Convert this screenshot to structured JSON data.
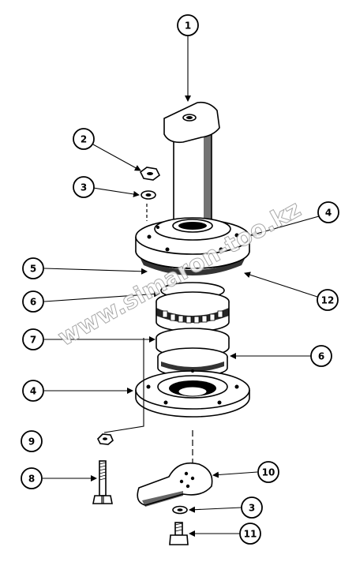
{
  "watermark": "www.simaron-too.kz",
  "callouts": [
    {
      "id": "c1",
      "label": "1"
    },
    {
      "id": "c2",
      "label": "2"
    },
    {
      "id": "c3a",
      "label": "3"
    },
    {
      "id": "c4a",
      "label": "4"
    },
    {
      "id": "c5",
      "label": "5"
    },
    {
      "id": "c12",
      "label": "12"
    },
    {
      "id": "c6a",
      "label": "6"
    },
    {
      "id": "c7",
      "label": "7"
    },
    {
      "id": "c6b",
      "label": "6"
    },
    {
      "id": "c4b",
      "label": "4"
    },
    {
      "id": "c9",
      "label": "9"
    },
    {
      "id": "c10",
      "label": "10"
    },
    {
      "id": "c8",
      "label": "8"
    },
    {
      "id": "c3b",
      "label": "3"
    },
    {
      "id": "c11",
      "label": "11"
    }
  ]
}
